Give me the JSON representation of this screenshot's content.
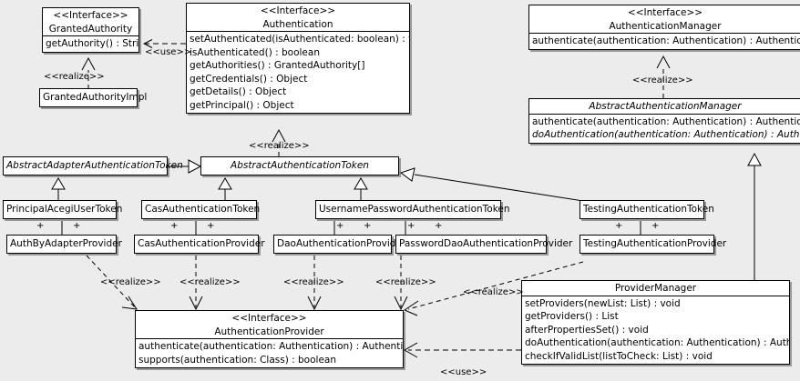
{
  "diagram": {
    "type": "uml-class-diagram",
    "background_color": "#ececec",
    "box_fill": "#ffffff",
    "line_color": "#000000"
  },
  "classes": {
    "granted_authority": {
      "stereotype": "<<Interface>>",
      "name": "GrantedAuthority",
      "members": [
        "getAuthority() : String"
      ]
    },
    "granted_authority_impl": {
      "name": "GrantedAuthorityImpl"
    },
    "authentication": {
      "stereotype": "<<Interface>>",
      "name": "Authentication",
      "members": [
        "setAuthenticated(isAuthenticated: boolean) : void",
        "isAuthenticated() : boolean",
        "getAuthorities() : GrantedAuthority[]",
        "getCredentials() : Object",
        "getDetails() : Object",
        "getPrincipal() : Object"
      ]
    },
    "authentication_manager": {
      "stereotype": "<<Interface>>",
      "name": "AuthenticationManager",
      "members": [
        "authenticate(authentication: Authentication) : Authentication"
      ]
    },
    "abstract_authentication_manager": {
      "name": "AbstractAuthenticationManager",
      "members": [
        "authenticate(authentication: Authentication) : Authentication",
        "doAuthentication(authentication: Authentication) : Authentication"
      ]
    },
    "abstract_adapter_authentication_token": {
      "name": "AbstractAdapterAuthenticationToken"
    },
    "abstract_authentication_token": {
      "name": "AbstractAuthenticationToken"
    },
    "principal_acegi_user_token": {
      "name": "PrincipalAcegiUserToken"
    },
    "cas_authentication_token": {
      "name": "CasAuthenticationToken"
    },
    "username_password_authentication_token": {
      "name": "UsernamePasswordAuthenticationToken"
    },
    "testing_authentication_token": {
      "name": "TestingAuthenticationToken"
    },
    "auth_by_adapter_provider": {
      "name": "AuthByAdapterProvider"
    },
    "cas_authentication_provider": {
      "name": "CasAuthenticationProvider"
    },
    "dao_authentication_provider": {
      "name": "DaoAuthenticationProvider"
    },
    "password_dao_authentication_provider": {
      "name": "PasswordDaoAuthenticationProvider"
    },
    "testing_authentication_provider": {
      "name": "TestingAuthenticationProvider"
    },
    "authentication_provider": {
      "stereotype": "<<Interface>>",
      "name": "AuthenticationProvider",
      "members": [
        "authenticate(authentication: Authentication) : Authentication",
        "supports(authentication: Class) : boolean"
      ]
    },
    "provider_manager": {
      "name": "ProviderManager",
      "members": [
        "setProviders(newList: List) : void",
        "getProviders() : List",
        "afterPropertiesSet() : void",
        "doAuthentication(authentication: Authentication) : Authentication",
        "checkIfValidList(listToCheck: List) : void"
      ]
    }
  },
  "edge_labels": {
    "use_granted_authority": "<<use>>",
    "realize_granted_authority_impl": "<<realize>>",
    "realize_abstract_auth_token": "<<realize>>",
    "realize_abstract_auth_manager": "<<realize>>",
    "realize_auth_by_adapter": "<<realize>>",
    "realize_cas_provider": "<<realize>>",
    "realize_dao_provider": "<<realize>>",
    "realize_password_dao_provider": "<<realize>>",
    "realize_testing_provider": "<<realize>>",
    "use_provider_manager": "<<use>>"
  },
  "multiplicity_marks": {
    "plus": "+"
  }
}
